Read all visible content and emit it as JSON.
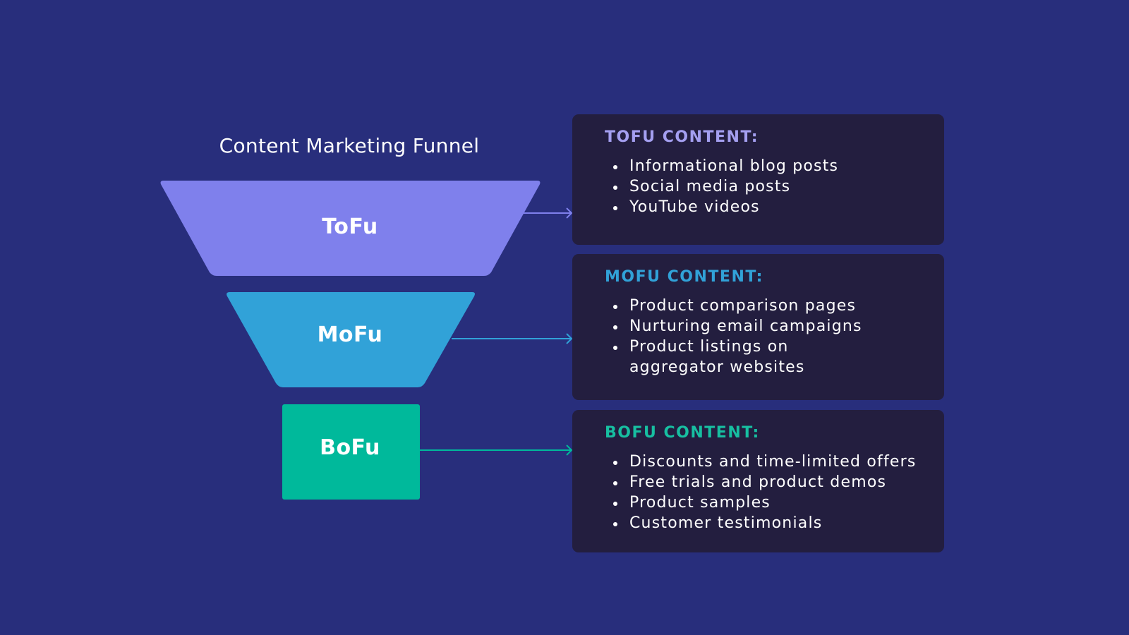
{
  "funnel": {
    "title": "Content Marketing Funnel",
    "stages": [
      {
        "label": "ToFu",
        "color": "#7f80ec"
      },
      {
        "label": "MoFu",
        "color": "#31a2d8"
      },
      {
        "label": "BoFu",
        "color": "#00b99b"
      }
    ]
  },
  "cards": [
    {
      "heading": "TOFU CONTENT:",
      "heading_color": "#a49ff0",
      "arrow_color": "#7f80ec",
      "items": [
        "Informational blog posts",
        "Social media posts",
        "YouTube videos"
      ]
    },
    {
      "heading": "MOFU CONTENT:",
      "heading_color": "#31a2d8",
      "arrow_color": "#31a2d8",
      "items": [
        "Product comparison pages",
        "Nurturing email campaigns",
        "Product listings on aggregator websites"
      ]
    },
    {
      "heading": "BOFU CONTENT:",
      "heading_color": "#17bfa1",
      "arrow_color": "#00b99b",
      "items": [
        "Discounts and time-limited offers",
        "Free trials and product demos",
        "Product samples",
        "Customer testimonials"
      ]
    }
  ]
}
